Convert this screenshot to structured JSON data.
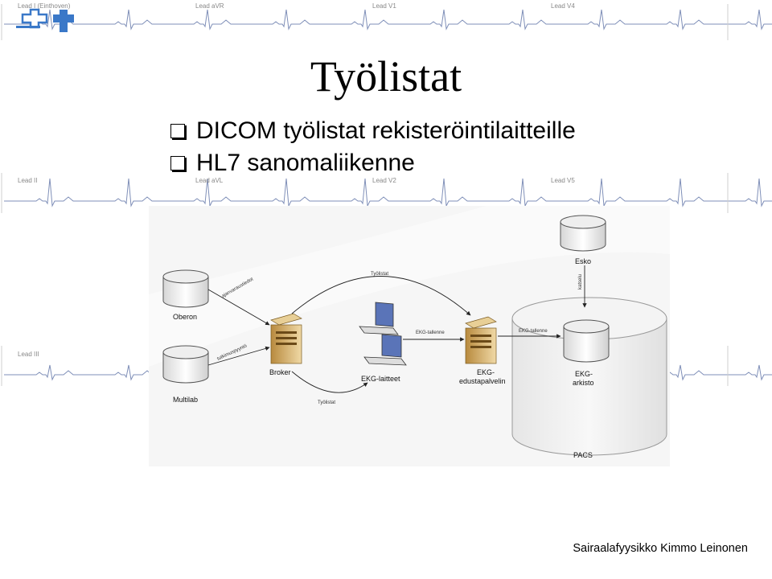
{
  "ecg": {
    "leads": [
      "Lead I (Einthoven)",
      "Lead aVR",
      "Lead V1",
      "Lead V4",
      "Lead II",
      "Lead aVL",
      "Lead V2",
      "Lead V5",
      "Lead III"
    ]
  },
  "title": "Työlistat",
  "bullets": [
    "DICOM työlistat rekisteröintilaitteille",
    "HL7 sanomaliikenne"
  ],
  "diagram": {
    "nodes": {
      "oberon": "Oberon",
      "multilab": "Multilab",
      "broker": "Broker",
      "ekg_laitteet": "EKG-laitteet",
      "edustapalvelin_1": "EKG-",
      "edustapalvelin_2": "edustapalvelin",
      "esko": "Esko",
      "arkisto_1": "EKG-",
      "arkisto_2": "arkisto",
      "pacs": "PACS"
    },
    "edges": {
      "ajanvaraustiedot": "ajanvaraustiedot",
      "tutkimuspyynto": "tutkimuspyyntö",
      "tyolistat_top": "Työlistat",
      "tyolistat_bottom": "Työlistat",
      "ekg_tallenne_1": "EKG-tallenne",
      "ekg_tallenne_2": "EKG-tallenne",
      "katselu": "katselu"
    }
  },
  "footer": "Sairaalafyysikko Kimmo Leinonen",
  "colors": {
    "ecg_trace": "#7f8fb8",
    "grid": "#e3e3e3",
    "diagram_bg": "#f6f6f6",
    "logo": "#3a78c8"
  }
}
